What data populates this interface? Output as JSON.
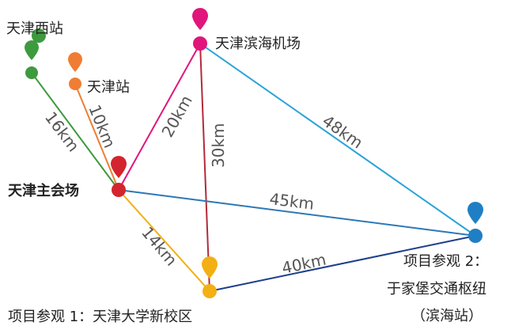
{
  "colors": {
    "green": "#3d9a3e",
    "orange": "#ef7d33",
    "red": "#d3252f",
    "magenta": "#e0167c",
    "gold": "#f2b015",
    "blue": "#1f7fc5",
    "edge_sky": "#2ba3d8",
    "edge_dark_red": "#b22b3a",
    "edge_navy": "#1e3f8c",
    "edge_steel": "#2b79b8"
  },
  "nodes": {
    "tianjin_west": {
      "label": "天津西站",
      "icon": "map-pin-icon"
    },
    "tianjin_station": {
      "label": "天津站",
      "icon": "map-pin-icon"
    },
    "main_venue": {
      "label": "天津主会场",
      "icon": "map-pin-icon"
    },
    "airport": {
      "label": "天津滨海机场",
      "icon": "map-pin-icon"
    },
    "tianjin_university": {
      "label": "项目参观 1：天津大学新校区",
      "icon": "map-pin-icon"
    },
    "yujiapu": {
      "label_line1": "项目参观 2：",
      "label_line2": "于家堡交通枢纽",
      "label_line3": "（滨海站）",
      "icon": "map-pin-icon"
    }
  },
  "edges": {
    "west_main": "16km",
    "station_main": "10km",
    "main_airport": "20km",
    "airport_university": "30km",
    "airport_yujiapu": "48km",
    "main_yujiapu": "45km",
    "main_university": "14km",
    "university_yujiapu": "40km"
  }
}
